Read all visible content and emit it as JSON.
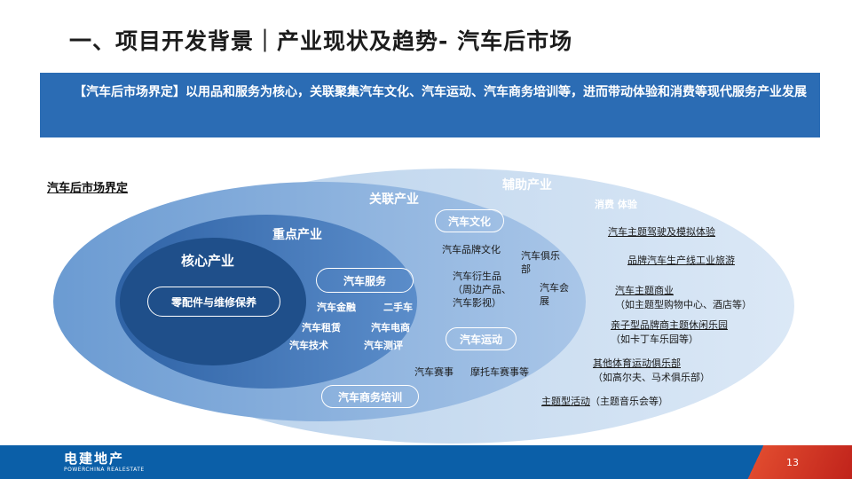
{
  "slide": {
    "title": "一、项目开发背景｜产业现状及趋势- 汽车后市场",
    "banner_text": "【汽车后市场界定】以用品和服务为核心，关联聚集汽车文化、汽车运动、汽车商务培训等，进而带动体验和消费等现代服务产业发展",
    "diagram_label": "汽车后市场界定",
    "page_number": "13"
  },
  "diagram": {
    "aux": {
      "label": "辅助产业",
      "subtitle": "消费 体验",
      "items": [
        {
          "main": "汽车主题驾驶及模拟体验",
          "sub": ""
        },
        {
          "main": "品牌汽车生产线工业旅游",
          "sub": ""
        },
        {
          "main": "汽车主题商业",
          "sub": "（如主题型购物中心、酒店等）"
        },
        {
          "main": "亲子型品牌商主题休闲乐园",
          "sub": "（如卡丁车乐园等）"
        },
        {
          "main": "其他体育运动俱乐部",
          "sub": "（如高尔夫、马术俱乐部）"
        },
        {
          "main": "主题型活动",
          "sub": "（主题音乐会等）"
        }
      ]
    },
    "related": {
      "label": "关联产业",
      "culture": "汽车文化",
      "brand_culture": "汽车品牌文化",
      "club": "汽车俱乐部",
      "derivatives": "汽车衍生品（周边产品、汽车影视）",
      "show": "汽车会展",
      "sport": "汽车运动",
      "race": "汽车赛事",
      "moto": "摩托车赛事等",
      "training": "汽车商务培训"
    },
    "key": {
      "label": "重点产业",
      "service": "汽车服务",
      "finance": "汽车金融",
      "used_car": "二手车",
      "rental": "汽车租赁",
      "ecommerce": "汽车电商",
      "tech": "汽车技术",
      "testing": "汽车测评"
    },
    "core": {
      "label": "核心产业",
      "item": "零配件与维修保养"
    }
  },
  "footer": {
    "logo": "电建地产",
    "logo_sub": "POWERCHINA REALESTATE"
  },
  "colors": {
    "banner": "#2b6cb4",
    "aux_ellipse": "#c9dcf0",
    "related_ellipse": "#7fa9d8",
    "key_ellipse": "#3f72b3",
    "core_ellipse": "#1f4f8a",
    "footer": "#0b5fa8",
    "footer_accent": "#e04a2e"
  }
}
